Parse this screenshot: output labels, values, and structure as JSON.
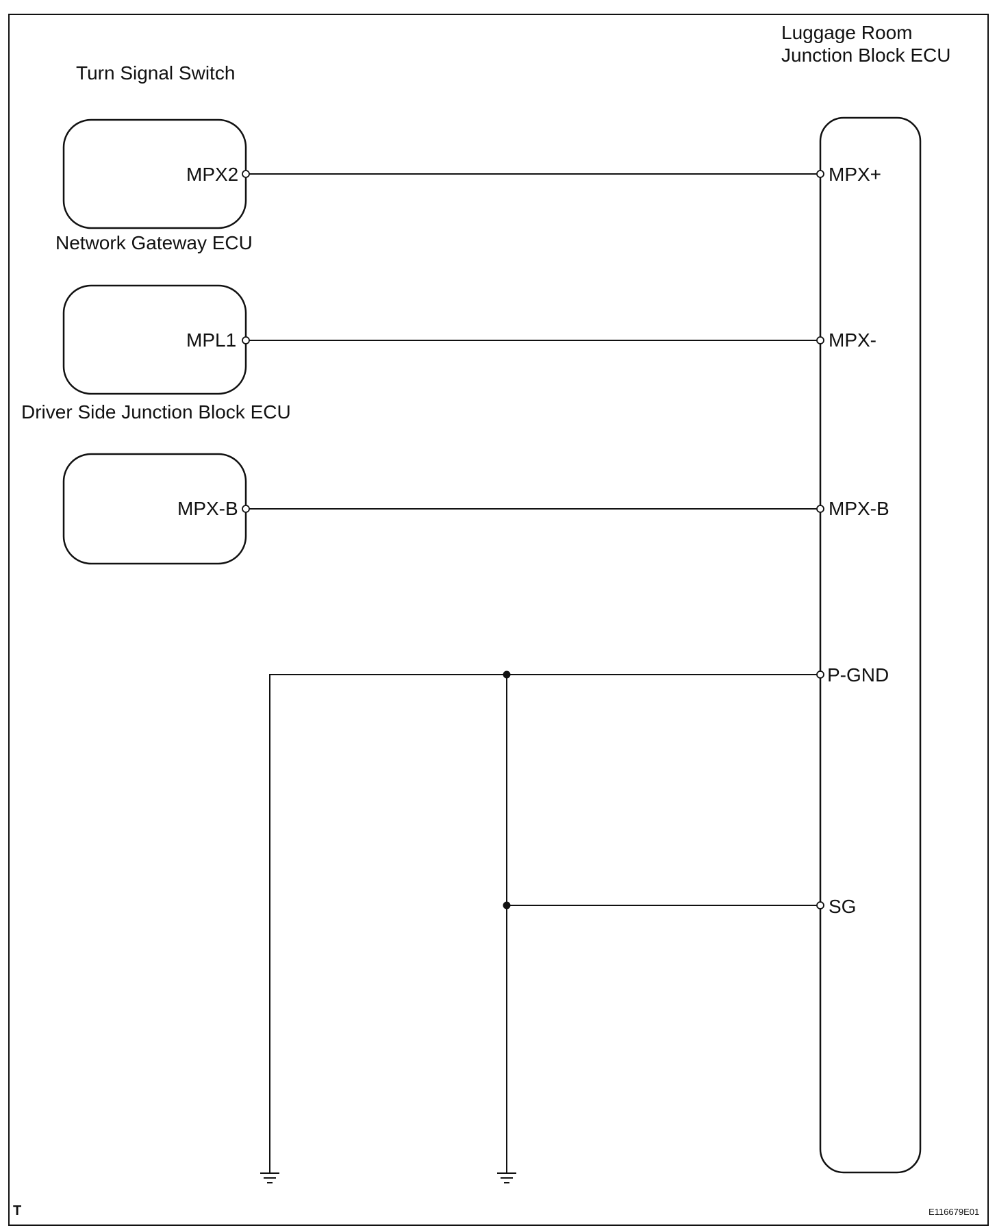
{
  "title_labels": {
    "luggage_line1": "Luggage Room",
    "luggage_line2": "Junction Block ECU",
    "turn_signal": "Turn Signal Switch",
    "network_gateway": "Network Gateway ECU",
    "driver_side": "Driver Side Junction Block ECU"
  },
  "left_terminals": {
    "mpx2": "MPX2",
    "mpl1": "MPL1",
    "mpxb": "MPX-B"
  },
  "right_terminals": {
    "mpx_plus": "MPX+",
    "mpx_minus": "MPX-",
    "mpxb": "MPX-B",
    "pgnd": "P-GND",
    "sg": "SG"
  },
  "footer": {
    "corner_mark": "T",
    "figure_code": "E116679E01"
  },
  "colors": {
    "line": "#111111",
    "background": "#ffffff"
  }
}
